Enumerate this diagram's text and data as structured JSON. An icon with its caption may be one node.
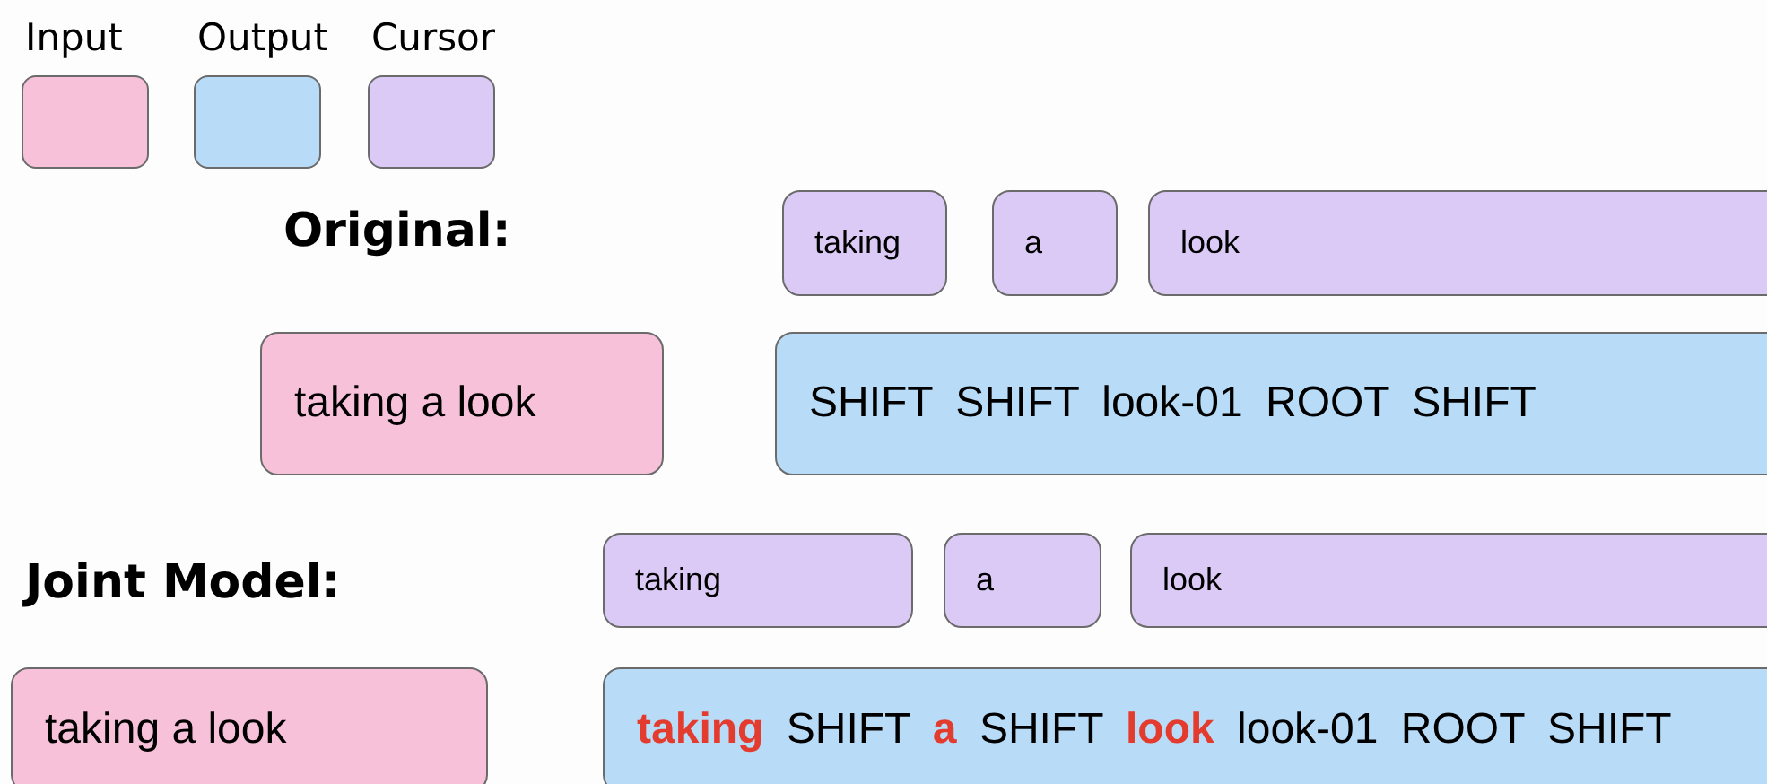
{
  "diagram": {
    "nodes": [
      {
        "text": [
          "taking"
        ]
      },
      {
        "text": [
          "a"
        ]
      },
      {
        "text": [
          "look"
        ]
      },
      {
        "text": [
          "taking a look"
        ]
      },
      {
        "text": [
          "SHIFT SHIFT look-01 ROOT SHIFT"
        ]
      },
      {
        "text": [
          "taking"
        ]
      },
      {
        "text": [
          "a"
        ]
      },
      {
        "text": [
          "look"
        ]
      },
      {
        "text": [
          "taking a look"
        ]
      },
      {
        "text": [
          "**taking** SHIFT **a** SHIFT **look** look-01 ROOT SHIFT"
        ]
      }
    ],
    "labels": [
      "Original:",
      "Joint Model:"
    ],
    "legend": [
      {
        "text": "Input",
        "color": "#f6c1d9"
      },
      {
        "text": "Output",
        "color": "#b8dcf7"
      },
      {
        "text": "Cursor",
        "color": "#dbc9f6"
      }
    ]
  }
}
